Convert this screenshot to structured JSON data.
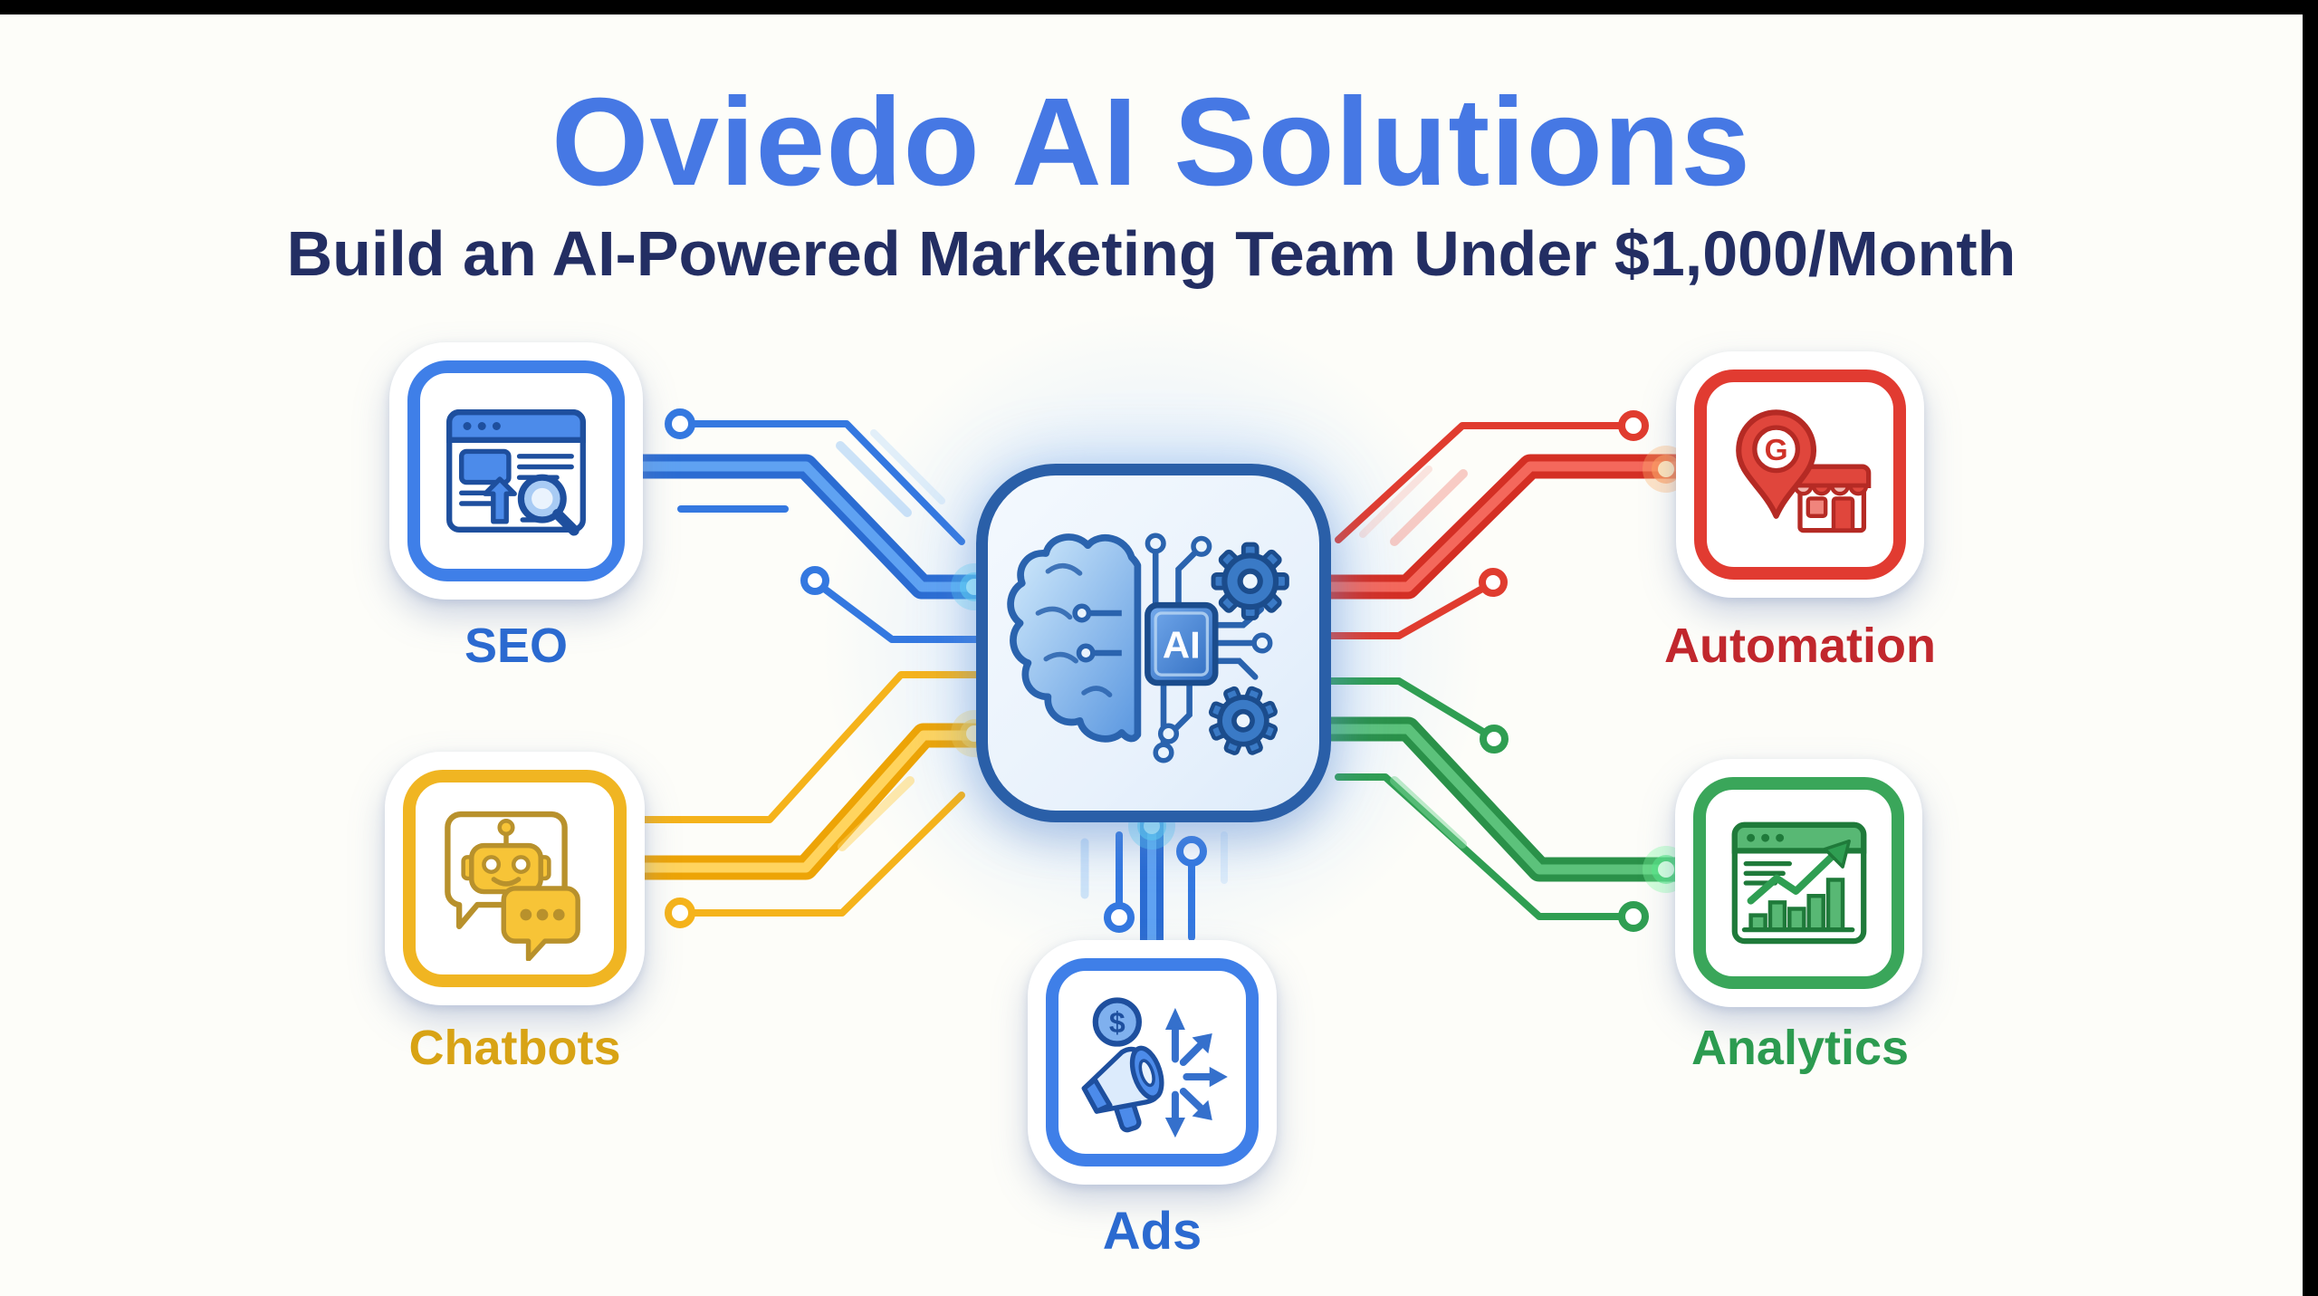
{
  "frame": {
    "top_bar_color": "#000000",
    "right_bar_color": "#000000",
    "background_color": "#fdfdf9"
  },
  "header": {
    "title": "Oviedo AI Solutions",
    "subtitle": "Build an AI-Powered Marketing Team Under $1,000/Month",
    "title_color": "#4678e4",
    "subtitle_color": "#232e63"
  },
  "center_node": {
    "chip_label": "AI",
    "border_color": "#2a5fa8"
  },
  "nodes": [
    {
      "id": "seo",
      "label": "SEO",
      "accent_color": "#3f7fe8",
      "label_color": "#2b6ad0"
    },
    {
      "id": "chatbots",
      "label": "Chatbots",
      "accent_color": "#f0b522",
      "label_color": "#d8a315"
    },
    {
      "id": "automation",
      "label": "Automation",
      "accent_color": "#e13b31",
      "label_color": "#c1272d",
      "badge_letter": "G"
    },
    {
      "id": "analytics",
      "label": "Analytics",
      "accent_color": "#3aa65a",
      "label_color": "#2c9b50"
    },
    {
      "id": "ads",
      "label": "Ads",
      "accent_color": "#3f7fe8",
      "label_color": "#2b6ad0",
      "coin_symbol": "$"
    }
  ],
  "connections": [
    {
      "from": "seo",
      "to": "center",
      "color": "#3478e0"
    },
    {
      "from": "chatbots",
      "to": "center",
      "color": "#f5b31b"
    },
    {
      "from": "center",
      "to": "automation",
      "color": "#e03c2f"
    },
    {
      "from": "center",
      "to": "analytics",
      "color": "#2f9e52"
    },
    {
      "from": "center",
      "to": "ads",
      "color": "#3478e0"
    }
  ]
}
